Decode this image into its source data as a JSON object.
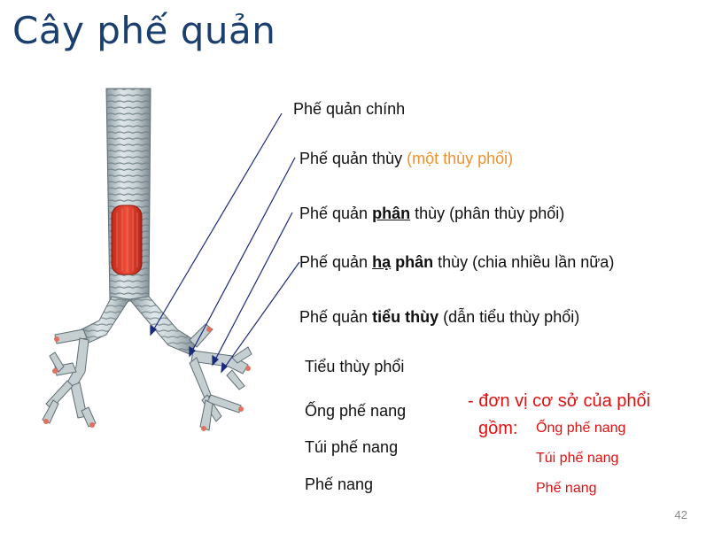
{
  "title": "Cây phế quản",
  "labels": {
    "main_bronchus": "Phế quản chính",
    "lobar_bronchus": "Phế quản thùy",
    "lobar_note": "(một thùy phổi)",
    "segmental_prefix": "Phế quản",
    "segmental_bold": "phân",
    "segmental_suffix": "thùy (phân thùy phổi)",
    "subsegmental_prefix": "Phế quản",
    "subsegmental_bold1": "hạ",
    "subsegmental_bold2": "phân",
    "subsegmental_suffix": "thùy (chia nhiều lần nữa)",
    "lobular_prefix": "Phế quản",
    "lobular_bold": "tiểu thùy",
    "lobular_suffix": "(dẫn tiểu thùy phổi)",
    "lobule": "Tiểu thùy phổi",
    "alveolar_duct": "Ống phế nang",
    "alveolar_sac": "Túi phế nang",
    "alveolus": "Phế nang"
  },
  "note": {
    "line1": "- đơn vị cơ sở của phổi",
    "line2": "gồm:",
    "items": [
      "Ống phế nang",
      "Túi phế nang",
      "Phế nang"
    ]
  },
  "page_number": "42",
  "colors": {
    "title": "#1a3e6e",
    "accent_orange": "#f0902a",
    "note_red": "#e01010",
    "arrow": "#1a2a7a"
  }
}
